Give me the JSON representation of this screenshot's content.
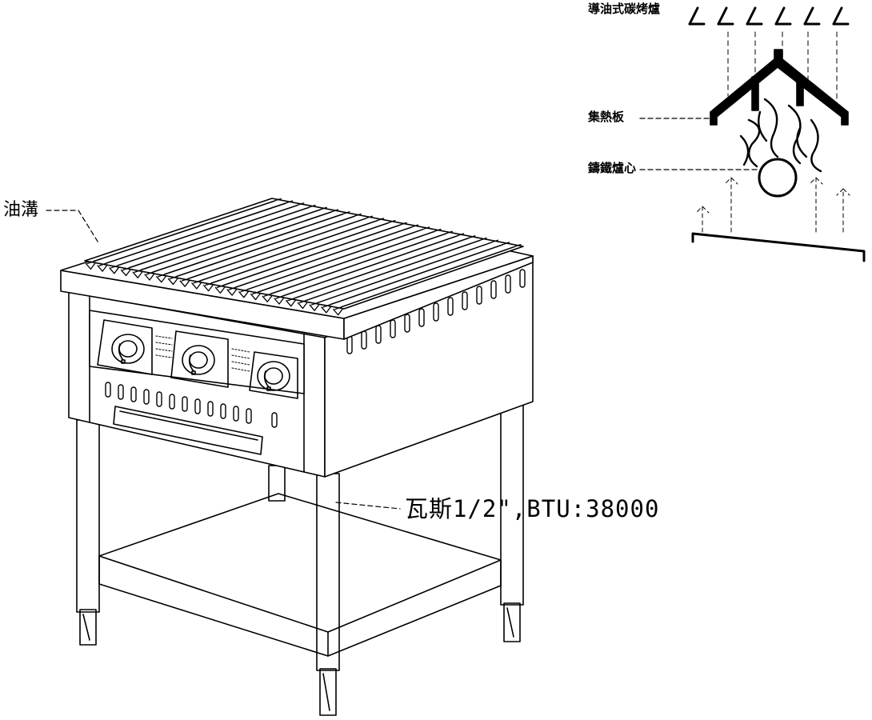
{
  "labels": {
    "oil_channel": "油溝",
    "grill_type": "導油式碳烤爐",
    "heat_plate": "集熱板",
    "cast_iron_core": "鑄鐵爐心",
    "gas_spec": "瓦斯1/2\",BTU:38000"
  },
  "drawing": {
    "stroke_color": "#000000",
    "background_color": "#ffffff"
  },
  "grill": {
    "knob_count": 3,
    "grate_bar_count": 22
  }
}
